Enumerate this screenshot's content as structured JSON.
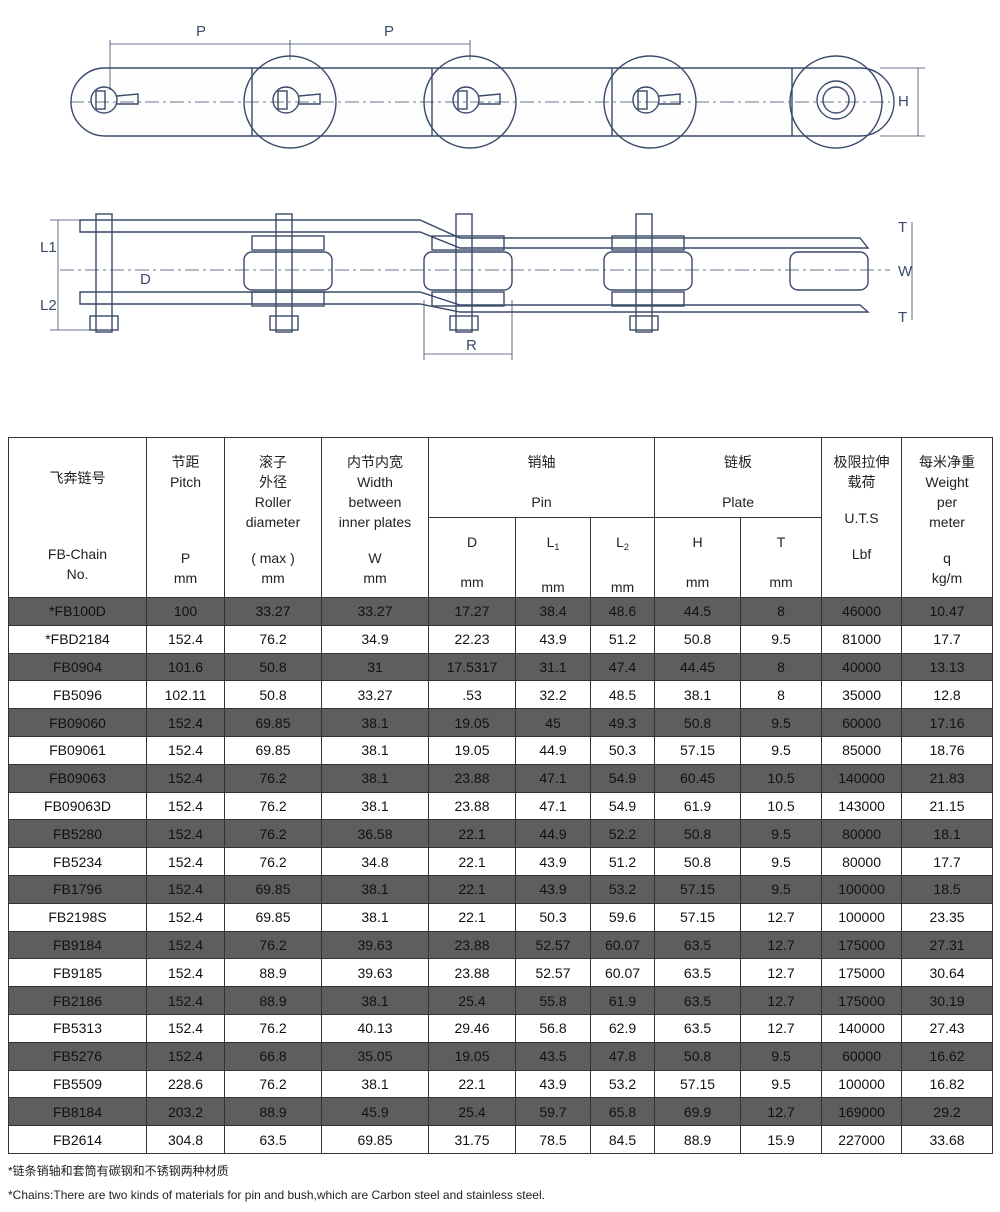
{
  "drawing": {
    "top_labels": {
      "pitch_1": "P",
      "pitch_2": "P",
      "height": "H"
    },
    "side_labels": {
      "l1": "L1",
      "l2": "L2",
      "d": "D",
      "r": "R",
      "t_top": "T",
      "w": "W",
      "t_bottom": "T"
    }
  },
  "table": {
    "headers": {
      "chain": {
        "cn": "飞奔链号",
        "en1": "FB-Chain",
        "en2": "No."
      },
      "pitch": {
        "cn": "节距",
        "en": "Pitch",
        "sym": "P",
        "unit": "mm"
      },
      "roller": {
        "cn": "滚子",
        "cn2": "外径",
        "en1": "Roller",
        "en2": "diameter",
        "sym": "( max )",
        "unit": "mm"
      },
      "width": {
        "cn": "内节内宽",
        "en1": "Width",
        "en2": "between",
        "en3": "inner plates",
        "sym": "W",
        "unit": "mm"
      },
      "pin": {
        "cn": "销轴",
        "en": "Pin",
        "d": "D",
        "l1": "L",
        "l1_sub": "1",
        "l2": "L",
        "l2_sub": "2",
        "unit": "mm"
      },
      "plate": {
        "cn": "链板",
        "en": "Plate",
        "h": "H",
        "t": "T",
        "unit": "mm"
      },
      "uts": {
        "cn1": "极限拉伸",
        "cn2": "载荷",
        "en": "U.T.S",
        "unit": "Lbf"
      },
      "weight": {
        "cn": "每米净重",
        "en1": "Weight",
        "en2": "per",
        "en3": "meter",
        "sym": "q",
        "unit": "kg/m"
      }
    },
    "rows": [
      [
        "*FB100D",
        "100",
        "33.27",
        "33.27",
        "17.27",
        "38.4",
        "48.6",
        "44.5",
        "8",
        "46000",
        "10.47"
      ],
      [
        "*FBD2184",
        "152.4",
        "76.2",
        "34.9",
        "22.23",
        "43.9",
        "51.2",
        "50.8",
        "9.5",
        "81000",
        "17.7"
      ],
      [
        "FB0904",
        "101.6",
        "50.8",
        "31",
        "17.5317",
        "31.1",
        "47.4",
        "44.45",
        "8",
        "40000",
        "13.13"
      ],
      [
        "FB5096",
        "102.11",
        "50.8",
        "33.27",
        ".53",
        "32.2",
        "48.5",
        "38.1",
        "8",
        "35000",
        "12.8"
      ],
      [
        "FB09060",
        "152.4",
        "69.85",
        "38.1",
        "19.05",
        "45",
        "49.3",
        "50.8",
        "9.5",
        "60000",
        "17.16"
      ],
      [
        "FB09061",
        "152.4",
        "69.85",
        "38.1",
        "19.05",
        "44.9",
        "50.3",
        "57.15",
        "9.5",
        "85000",
        "18.76"
      ],
      [
        "FB09063",
        "152.4",
        "76.2",
        "38.1",
        "23.88",
        "47.1",
        "54.9",
        "60.45",
        "10.5",
        "140000",
        "21.83"
      ],
      [
        "FB09063D",
        "152.4",
        "76.2",
        "38.1",
        "23.88",
        "47.1",
        "54.9",
        "61.9",
        "10.5",
        "143000",
        "21.15"
      ],
      [
        "FB5280",
        "152.4",
        "76.2",
        "36.58",
        "22.1",
        "44.9",
        "52.2",
        "50.8",
        "9.5",
        "80000",
        "18.1"
      ],
      [
        "FB5234",
        "152.4",
        "76.2",
        "34.8",
        "22.1",
        "43.9",
        "51.2",
        "50.8",
        "9.5",
        "80000",
        "17.7"
      ],
      [
        "FB1796",
        "152.4",
        "69.85",
        "38.1",
        "22.1",
        "43.9",
        "53.2",
        "57.15",
        "9.5",
        "100000",
        "18.5"
      ],
      [
        "FB2198S",
        "152.4",
        "69.85",
        "38.1",
        "22.1",
        "50.3",
        "59.6",
        "57.15",
        "12.7",
        "100000",
        "23.35"
      ],
      [
        "FB9184",
        "152.4",
        "76.2",
        "39.63",
        "23.88",
        "52.57",
        "60.07",
        "63.5",
        "12.7",
        "175000",
        "27.31"
      ],
      [
        "FB9185",
        "152.4",
        "88.9",
        "39.63",
        "23.88",
        "52.57",
        "60.07",
        "63.5",
        "12.7",
        "175000",
        "30.64"
      ],
      [
        "FB2186",
        "152.4",
        "88.9",
        "38.1",
        "25.4",
        "55.8",
        "61.9",
        "63.5",
        "12.7",
        "175000",
        "30.19"
      ],
      [
        "FB5313",
        "152.4",
        "76.2",
        "40.13",
        "29.46",
        "56.8",
        "62.9",
        "63.5",
        "12.7",
        "140000",
        "27.43"
      ],
      [
        "FB5276",
        "152.4",
        "66.8",
        "35.05",
        "19.05",
        "43.5",
        "47.8",
        "50.8",
        "9.5",
        "60000",
        "16.62"
      ],
      [
        "FB5509",
        "228.6",
        "76.2",
        "38.1",
        "22.1",
        "43.9",
        "53.2",
        "57.15",
        "9.5",
        "100000",
        "16.82"
      ],
      [
        "FB8184",
        "203.2",
        "88.9",
        "45.9",
        "25.4",
        "59.7",
        "65.8",
        "69.9",
        "12.7",
        "169000",
        "29.2"
      ],
      [
        "FB2614",
        "304.8",
        "63.5",
        "69.85",
        "31.75",
        "78.5",
        "84.5",
        "88.9",
        "15.9",
        "227000",
        "33.68"
      ]
    ]
  },
  "notes": {
    "cn": "*链条销轴和套筒有碳钢和不锈钢两种材质",
    "en": "*Chains:There are two kinds of materials for pin and bush,which are Carbon steel and stainless steel."
  },
  "colors": {
    "dark_row": "#5e5e60",
    "light_row": "#ffffff",
    "line": "#3a4a6a"
  }
}
